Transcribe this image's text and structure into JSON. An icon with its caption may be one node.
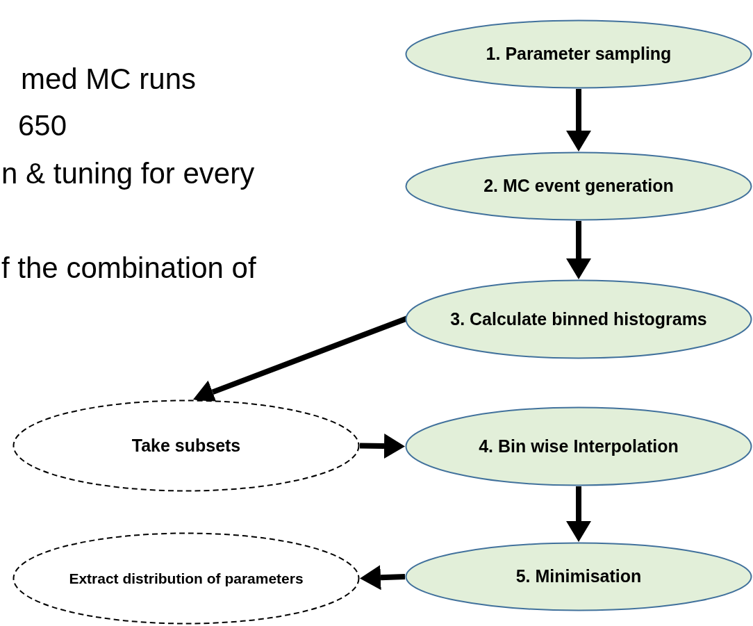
{
  "diagram": {
    "nodes": [
      {
        "text": [
          "1. Parameter sampling"
        ]
      },
      {
        "text": [
          "2. MC event generation"
        ]
      },
      {
        "text": [
          "3. Calculate binned histograms"
        ]
      },
      {
        "text": [
          "Take subsets"
        ]
      },
      {
        "text": [
          "4. Bin wise Interpolation"
        ]
      },
      {
        "text": [
          "5. Minimisation"
        ]
      },
      {
        "text": [
          "Extract distribution of parameters"
        ]
      }
    ],
    "edges": [
      {
        "from": 0,
        "to": 1,
        "arrow": "to"
      },
      {
        "from": 1,
        "to": 2,
        "arrow": "to"
      },
      {
        "from": 2,
        "to": 3,
        "arrow": "to"
      },
      {
        "from": 3,
        "to": 4,
        "arrow": "to"
      },
      {
        "from": 4,
        "to": 5,
        "arrow": "to"
      },
      {
        "from": 5,
        "to": 6,
        "arrow": "to"
      }
    ],
    "labels": [
      "med MC runs",
      "650",
      "n & tuning for every",
      "f the combination of"
    ]
  }
}
